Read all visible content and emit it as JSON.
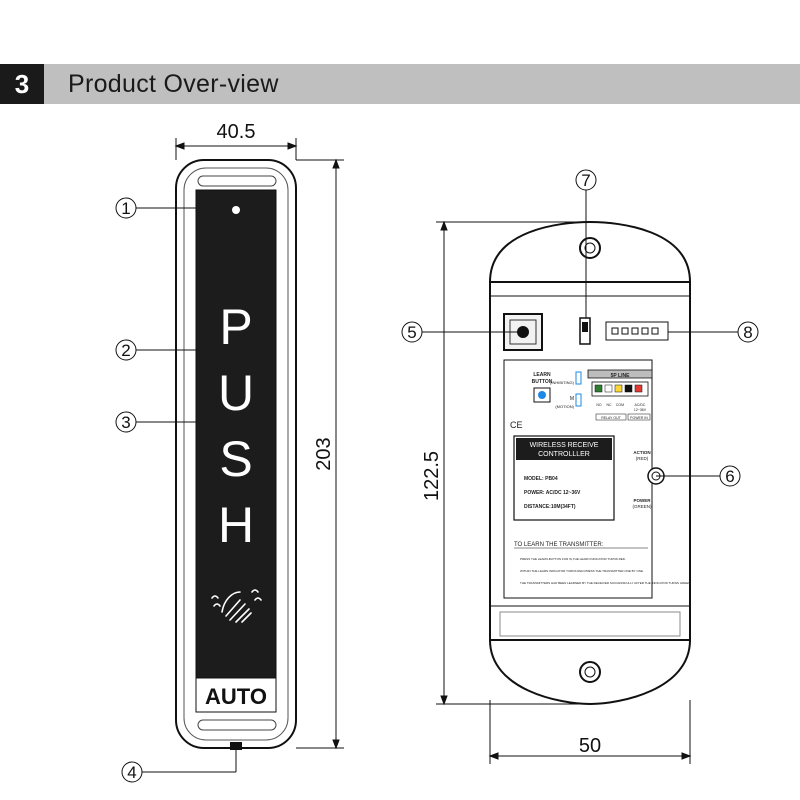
{
  "section": {
    "number": "3",
    "title": "Product Over-view"
  },
  "dimensions": {
    "width_button": "40.5",
    "height_button": "203",
    "height_receiver": "122.5",
    "width_receiver": "50"
  },
  "callouts": [
    "1",
    "2",
    "3",
    "4",
    "5",
    "6",
    "7",
    "8"
  ],
  "push_button": {
    "letters": [
      "P",
      "U",
      "S",
      "H"
    ],
    "auto_label": "AUTO",
    "hand_icon": "hand-wave-icon"
  },
  "receiver": {
    "learn_button_label": [
      "LEARN",
      "BUTTON"
    ],
    "switch_labels": [
      "(INHIBITING)",
      "M",
      "(MOTION)"
    ],
    "terminal_title": "5P LINE",
    "terminal_sublabels": [
      "NO",
      "NC",
      "COM",
      "AC/DC",
      "12~36V"
    ],
    "terminal_footers": [
      "RELAY OUT",
      "POWER IN"
    ],
    "label_title": [
      "WIRELESS RECEIVE",
      "CONTROLLLER"
    ],
    "label_lines": [
      "MODEL: PB04",
      "POWER:  AC/DC 12~36V",
      "DISTANCE:10M(34FT)"
    ],
    "action_label": [
      "ACTION",
      "(RED)"
    ],
    "power_label": [
      "POWER",
      "(GREEN)"
    ],
    "learn_heading": "TO LEARN THE TRANSMITTER:",
    "learn_steps": [
      "PRESS THE LEARN-BUTTON FOR IS,THE LEARN INDICATOR TURNS RED.",
      "WITHIN THE LEARN INDICATOR TURNS RED,PRESS THE TRANSMITTER ONE BY ONE.",
      "THE TRANSMITTERS HAD BEEN LEARNED BY THE RECEIVER SUCCESSFULLY AFTER THE INDICATOR TURNS GREEN."
    ],
    "ce_mark": "CE"
  },
  "colors": {
    "header_bg": "#bfbfbf",
    "header_num_bg": "#1a1a1a",
    "panel_dark": "#1c1c1c",
    "learn_led": "#1e88e5"
  }
}
